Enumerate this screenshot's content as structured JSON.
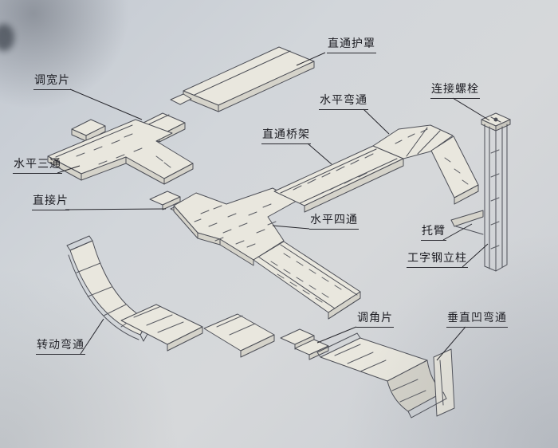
{
  "diagram": {
    "colors": {
      "background_start": "#c3c9d2",
      "background_end": "#d6d8da",
      "line": "#4d4f57",
      "face": "#e9e7de",
      "face_side": "#d5d3ca",
      "label_text": "#1c1c22",
      "leader": "#26262c"
    },
    "labels": [
      {
        "part": "straight-through-cover",
        "text": "直通护罩"
      },
      {
        "part": "width-adjust-plate",
        "text": "调宽片"
      },
      {
        "part": "horizontal-elbow",
        "text": "水平弯通"
      },
      {
        "part": "connecting-bolt",
        "text": "连接螺栓"
      },
      {
        "part": "straight-tray",
        "text": "直通桥架"
      },
      {
        "part": "horizontal-tee",
        "text": "水平三通"
      },
      {
        "part": "connector-plate",
        "text": "直接片"
      },
      {
        "part": "horizontal-cross",
        "text": "水平四通"
      },
      {
        "part": "support-arm",
        "text": "托臂"
      },
      {
        "part": "i-beam-column",
        "text": "工字钢立柱"
      },
      {
        "part": "angle-adjust-plate",
        "text": "调角片"
      },
      {
        "part": "vertical-concave-elbow",
        "text": "垂直凹弯通"
      },
      {
        "part": "rotating-elbow",
        "text": "转动弯通"
      }
    ]
  }
}
